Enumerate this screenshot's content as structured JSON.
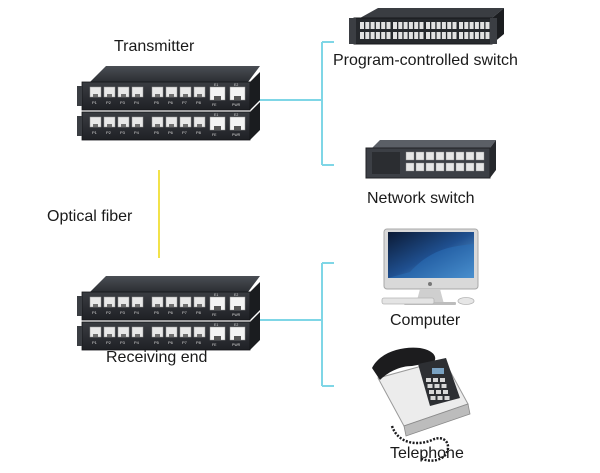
{
  "labels": {
    "transmitter": "Transmitter",
    "optical_fiber": "Optical fiber",
    "receiving_end": "Receiving end",
    "program_switch": "Program-controlled switch",
    "network_switch": "Network switch",
    "computer": "Computer",
    "telephone": "Telephone"
  },
  "device_ports": [
    "P1",
    "P2",
    "P3",
    "P4",
    "P5",
    "P6",
    "P7",
    "P8"
  ],
  "device_aux_labels": [
    "E1",
    "E2",
    "FE",
    "PWR"
  ],
  "colors": {
    "connector_line": "#7fd6e6",
    "fiber_line": "#f2e24a",
    "device_body": "#2a2d31",
    "port": "#e8e8e8"
  },
  "icons": [
    "transmitter-device-icon",
    "receiver-device-icon",
    "program-switch-icon",
    "network-switch-icon",
    "computer-icon",
    "telephone-icon"
  ]
}
